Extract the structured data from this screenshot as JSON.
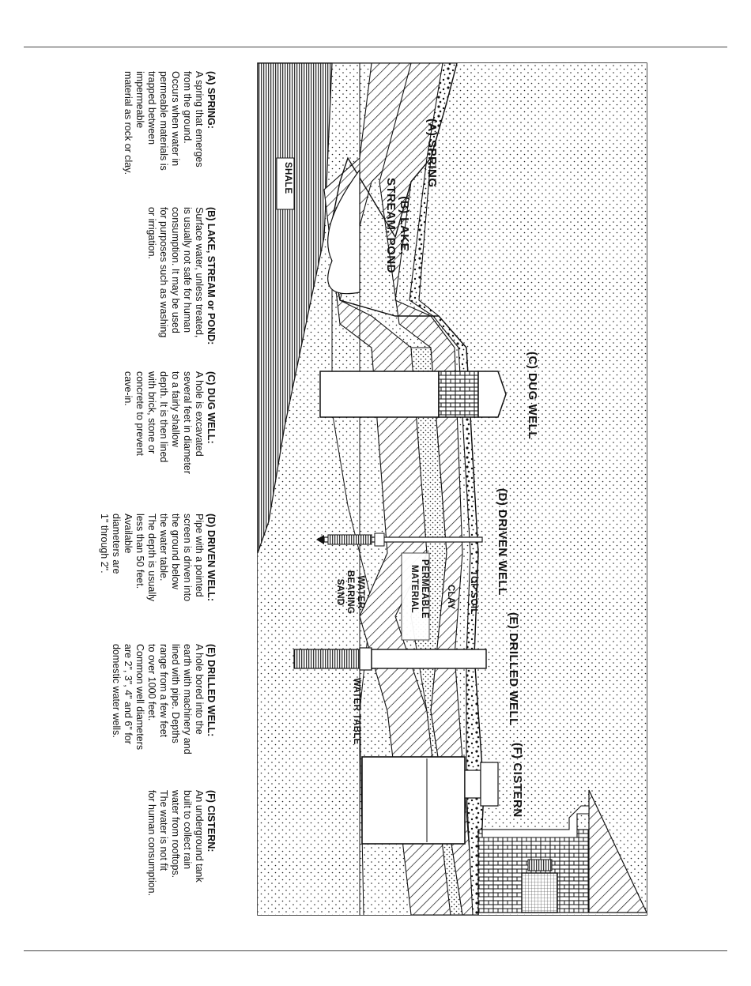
{
  "diagram": {
    "titles": {
      "spring": "(A) SPRING",
      "lake": "(B) LAKE,\nSTREAM, POND",
      "dug": "(C) DUG WELL",
      "driven": "(D) DRIVEN WELL",
      "drilled": "(E) DRILLED WELL",
      "cistern": "(F) CISTERN"
    },
    "labels": {
      "shale": "SHALE",
      "top_soil": "TOP SOIL",
      "clay": "CLAY",
      "permeable": "PERMEABLE\nMATERIAL",
      "water_sand": "WATER\nBEARING\nSAND",
      "water_table": "WATER TABLE"
    }
  },
  "descriptions": [
    {
      "heading": "(A) SPRING:",
      "body": "A spring that emerges\nfrom the ground.\nOccurs when water in\npermeable materials is\ntrapped between\nimpermeable\nmaterial as rock or clay."
    },
    {
      "heading": "(B) LAKE, STREAM or POND:",
      "body": "Surface water, unless treated,\nis usually not safe for human\nconsumption. It may be used\nfor purposes such as washing\nor irrigation."
    },
    {
      "heading": "(C) DUG WELL:",
      "body": "A hole is excavated\nseveral feet in diameter\nto a fairly shallow\ndepth. It is then lined\nwith brick, stone or\nconcrete to prevent\ncave-in."
    },
    {
      "heading": "(D) DRIVEN WELL:",
      "body": "Pipe with a pointed\nscreen is driven into\nthe ground below\nthe water table.\nThe depth is usually\nless than 50 feet.\nAvailable\ndiameters are\n1\" through 2\"."
    },
    {
      "heading": "(E) DRILLED WELL:",
      "body": "A hole bored into the\nearth with machinery and\nlined with pipe. Depths\nrange from a few feet\nto over 1000 feet.\nCommon well diameters\nare 2\", 3\", 4\" and 6\" for\ndomestic water wells."
    },
    {
      "heading": "(F) CISTERN:",
      "body": "An underground tank\nbuilt to collect rain\nwater from rooftops.\nThe water is not fit\nfor human consumption."
    }
  ]
}
